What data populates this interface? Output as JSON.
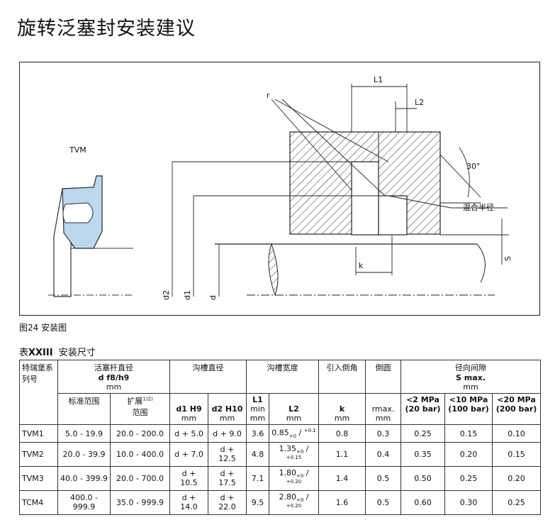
{
  "page_title": "旋转泛塞封安装建议",
  "figure": {
    "labels": {
      "tvm": "TVM",
      "r": "r",
      "l1": "L1",
      "l2": "L2",
      "angle": "30°",
      "blend_radius": "混合半径",
      "k": "k",
      "s": "S",
      "d2": "d2",
      "d1": "d1",
      "d": "d"
    },
    "caption": "图24 安装图"
  },
  "table": {
    "caption_prefix": "表",
    "caption_number": "XXIII",
    "caption_text": "安装尺寸",
    "header": {
      "series": "特瑞堡系列号",
      "rod_title": "活塞杆直径",
      "rod_tol": "d f8/h9",
      "rod_unit": "mm",
      "groove_dia": "沟槽直径",
      "groove_width": "沟槽宽度",
      "lead": "引入倒角",
      "fillet": "倒圆",
      "gap_title": "径向间隙",
      "gap_sub": "S max.",
      "gap_unit": "mm",
      "std_range": "标准范围",
      "ext_range": "扩展",
      "ext_sup": "1)2)",
      "ext_range2": "范围",
      "d1": "d1 H9",
      "d1_unit": "mm",
      "d2": "d2 H10",
      "d2_unit": "mm",
      "l1": "L1",
      "l1_min": "min",
      "l1_unit": "mm",
      "l2": "L2",
      "l2_unit": "mm",
      "k": "k",
      "k_unit": "mm",
      "r": "rmax.",
      "r_unit": "mm",
      "p2": "<2 MPa",
      "p2b": "(20 bar)",
      "p10": "<10 MPa",
      "p10b": "(100 bar)",
      "p20": "<20 MPa",
      "p20b": "(200 bar)"
    },
    "rows": [
      {
        "series": "TVM1",
        "std": "5.0 - 19.9",
        "ext": "20.0 - 200.0",
        "d1": "d + 5.0",
        "d2": "d + 9.0",
        "l1": "3.6",
        "l2": "0.85",
        "l2_tol_lo": "+0",
        "l2_tol_hi": "+0.1",
        "k": "0.8",
        "r": "0.3",
        "s2": "0.25",
        "s10": "0.15",
        "s20": "0.10"
      },
      {
        "series": "TVM2",
        "std": "20.0 - 39.9",
        "ext": "10.0 - 400.0",
        "d1": "d + 7.0",
        "d2": "d + 12.5",
        "l1": "4.8",
        "l2": "1.35",
        "l2_tol_lo": "+0",
        "l2_tol_hi": "+0.15",
        "k": "1.1",
        "r": "0.4",
        "s2": "0.35",
        "s10": "0.20",
        "s20": "0.15"
      },
      {
        "series": "TVM3",
        "std": "40.0 - 399.9",
        "ext": "20.0 - 700.0",
        "d1": "d + 10.5",
        "d2": "d + 17.5",
        "l1": "7.1",
        "l2": "1.80",
        "l2_tol_lo": "+0",
        "l2_tol_hi": "+0.20",
        "k": "1.4",
        "r": "0.5",
        "s2": "0.50",
        "s10": "0.25",
        "s20": "0.20"
      },
      {
        "series": "TCM4",
        "std": "400.0 - 999.9",
        "ext": "35.0 - 999.9",
        "d1": "d + 14.0",
        "d2": "d + 22.0",
        "l1": "9.5",
        "l2": "2.80",
        "l2_tol_lo": "+0",
        "l2_tol_hi": "+0.20",
        "k": "1.6",
        "r": "0.5",
        "s2": "0.60",
        "s10": "0.30",
        "s20": "0.25"
      }
    ]
  }
}
